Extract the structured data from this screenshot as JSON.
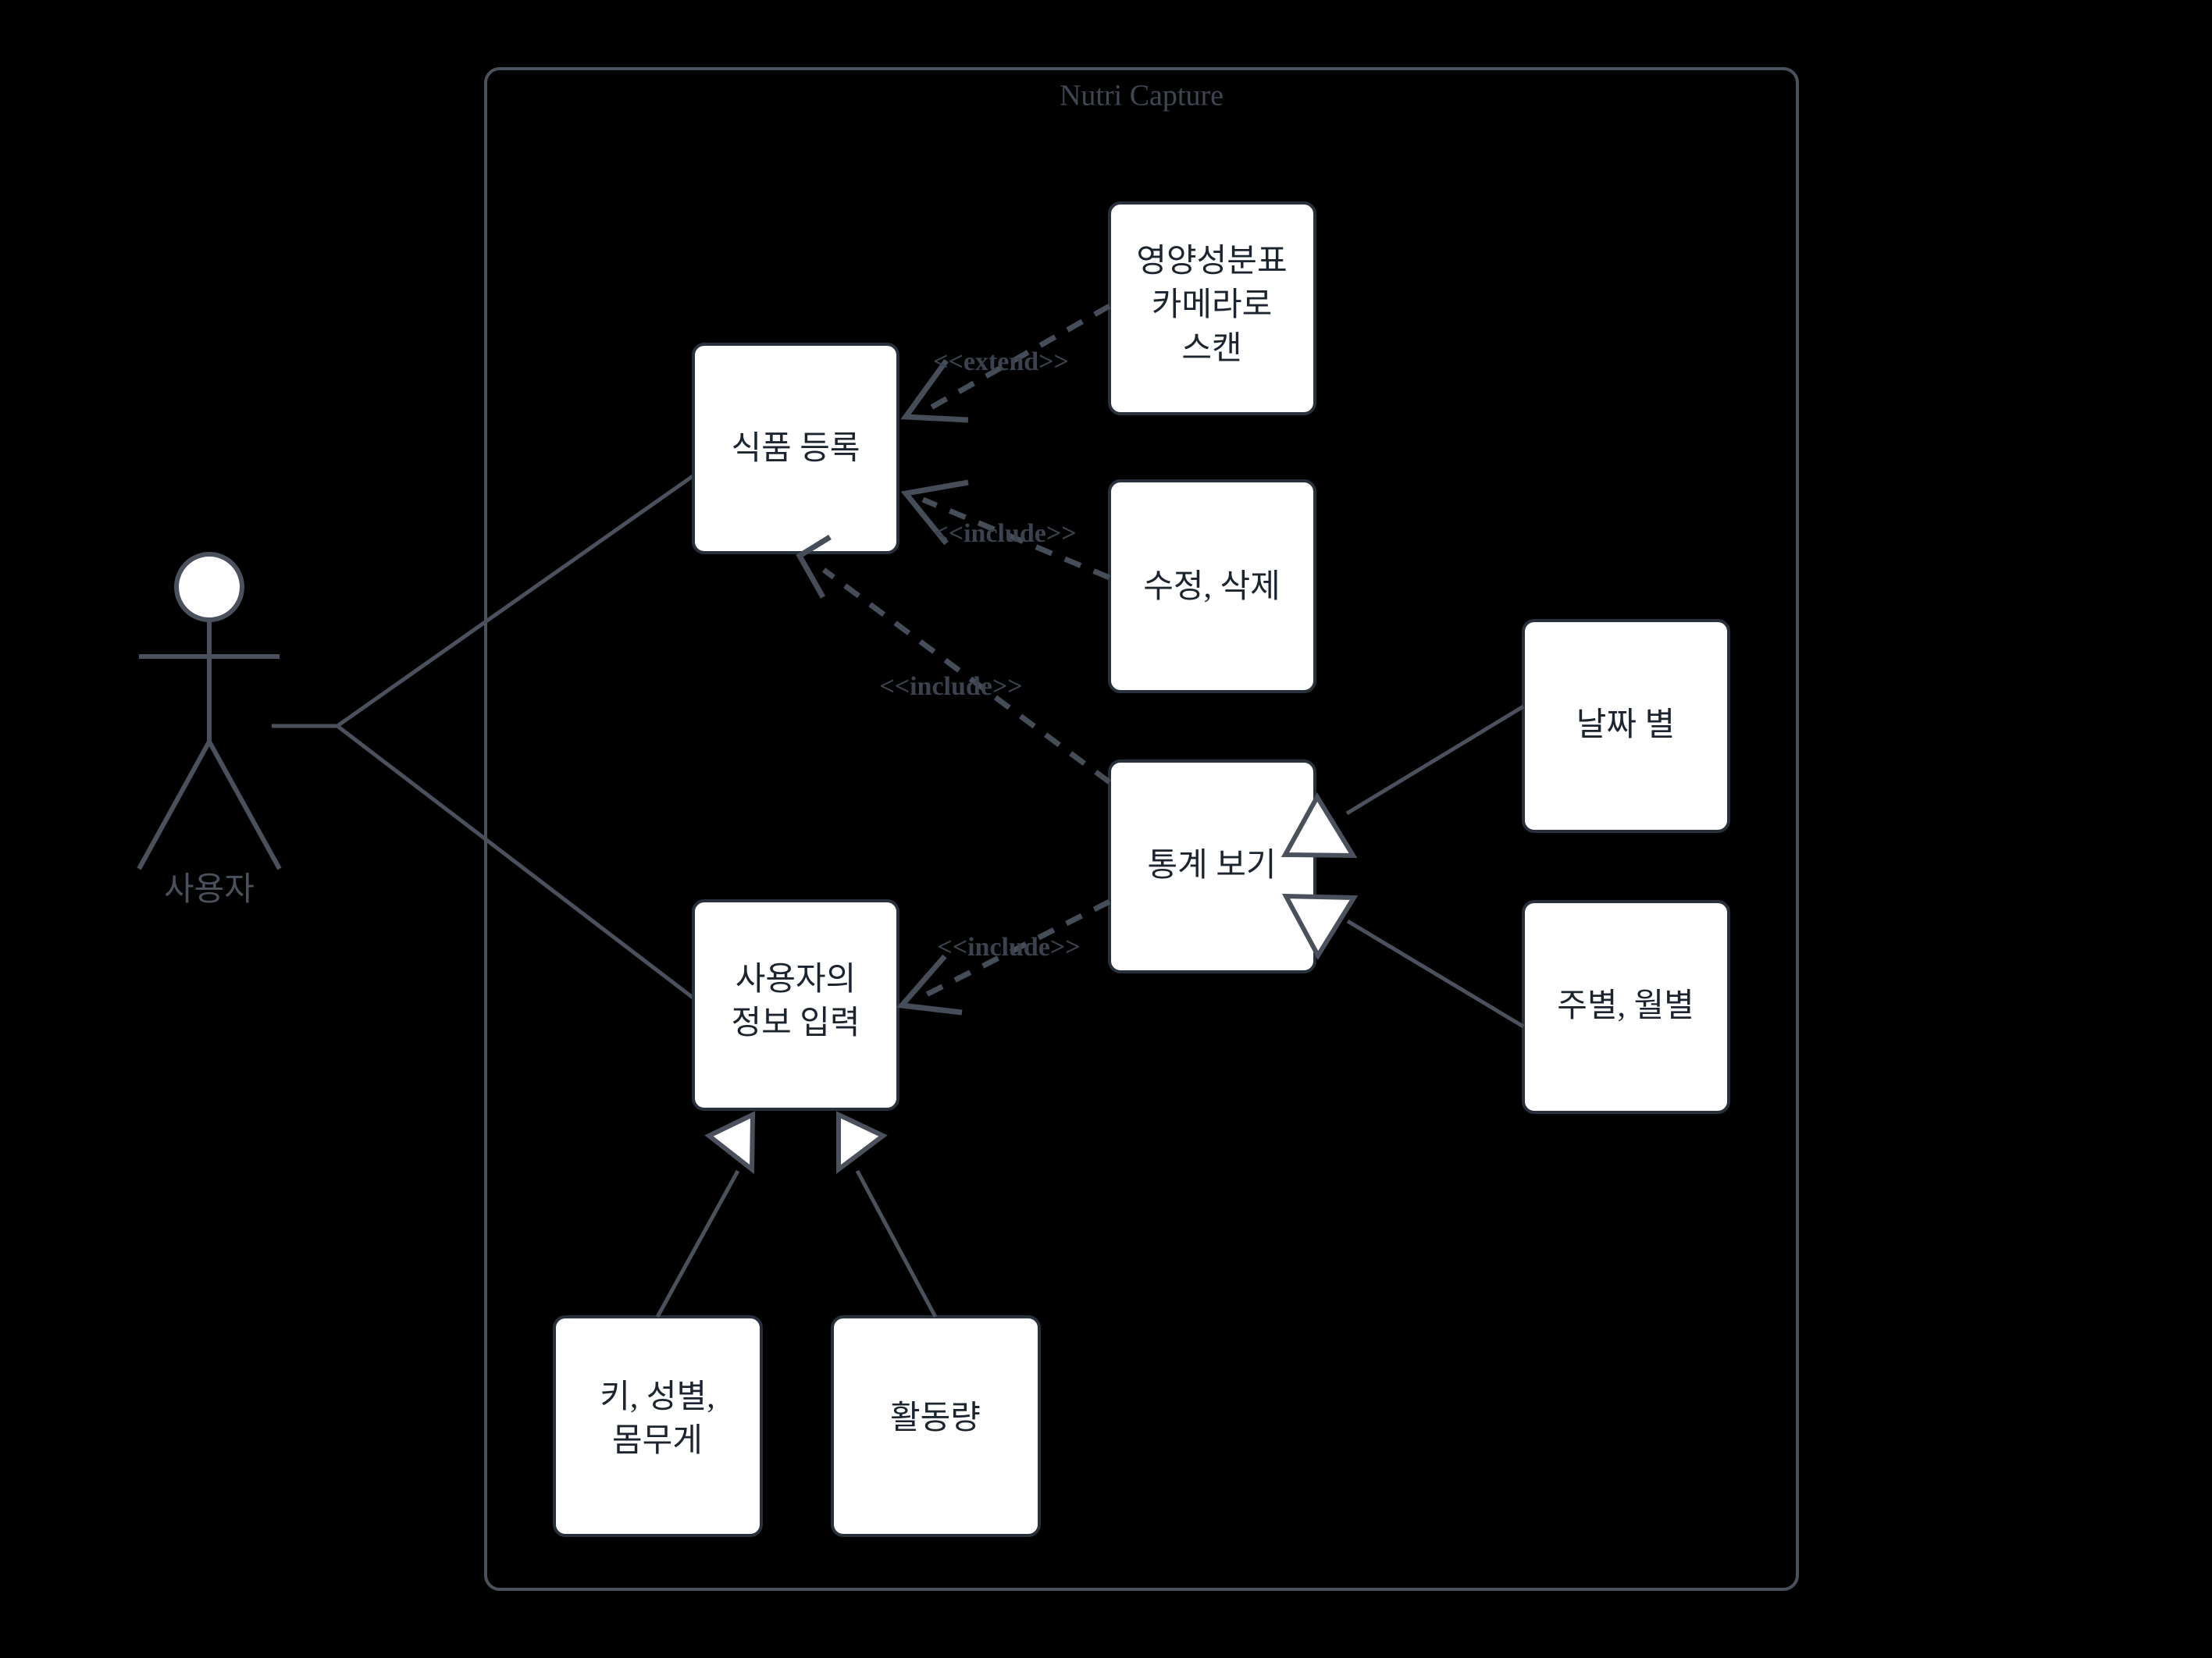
{
  "diagram": {
    "type": "uml-use-case-diagram",
    "background_color": "#000000",
    "boundary": {
      "title": "Nutri Capture",
      "stroke_color": "#4a515c",
      "title_color": "#3f4651"
    },
    "actor": {
      "label": "사용자",
      "color": "#4a515c",
      "head_fill": "#ffffff"
    },
    "use_cases": [
      {
        "id": "food-register",
        "label_lines": [
          "식품 등록"
        ]
      },
      {
        "id": "ocr-scan",
        "label_lines": [
          "영양성분표",
          "카메라로",
          "스캔"
        ]
      },
      {
        "id": "edit-delete",
        "label_lines": [
          "수정, 삭제"
        ]
      },
      {
        "id": "view-stats",
        "label_lines": [
          "통계 보기"
        ]
      },
      {
        "id": "by-date",
        "label_lines": [
          "날짜 별"
        ]
      },
      {
        "id": "by-week-month",
        "label_lines": [
          "주별, 월별"
        ]
      },
      {
        "id": "user-info-input",
        "label_lines": [
          "사용자의",
          "정보 입력"
        ]
      },
      {
        "id": "height-sex-weight",
        "label_lines": [
          "키, 성별,",
          "몸무게"
        ]
      },
      {
        "id": "activity-level",
        "label_lines": [
          "활동량"
        ]
      }
    ],
    "relations": [
      {
        "id": "rel-extend-ocr",
        "stereotype": "<<extend>>",
        "from": "ocr-scan",
        "to": "food-register",
        "kind": "dependency"
      },
      {
        "id": "rel-include-edit",
        "stereotype": "<<include>>",
        "from": "edit-delete",
        "to": "food-register",
        "kind": "dependency"
      },
      {
        "id": "rel-include-stats-food",
        "stereotype": "<<include>>",
        "from": "view-stats",
        "to": "food-register",
        "kind": "dependency"
      },
      {
        "id": "rel-include-stats-user",
        "stereotype": "<<include>>",
        "from": "view-stats",
        "to": "user-info-input",
        "kind": "dependency"
      },
      {
        "id": "rel-gen-date",
        "stereotype": "",
        "from": "by-date",
        "to": "view-stats",
        "kind": "generalization"
      },
      {
        "id": "rel-gen-week",
        "stereotype": "",
        "from": "by-week-month",
        "to": "view-stats",
        "kind": "generalization"
      },
      {
        "id": "rel-gen-hsw",
        "stereotype": "",
        "from": "height-sex-weight",
        "to": "user-info-input",
        "kind": "generalization"
      },
      {
        "id": "rel-gen-activity",
        "stereotype": "",
        "from": "activity-level",
        "to": "user-info-input",
        "kind": "generalization"
      },
      {
        "id": "rel-actor-food",
        "stereotype": "",
        "from": "actor",
        "to": "food-register",
        "kind": "association"
      },
      {
        "id": "rel-actor-user-info",
        "stereotype": "",
        "from": "actor",
        "to": "user-info-input",
        "kind": "association"
      }
    ],
    "colors": {
      "box_fill": "#ffffff",
      "box_stroke": "#28303c",
      "line": "#4a515c",
      "text": "#1c2430",
      "stereotype_text": "#3b424d"
    }
  }
}
